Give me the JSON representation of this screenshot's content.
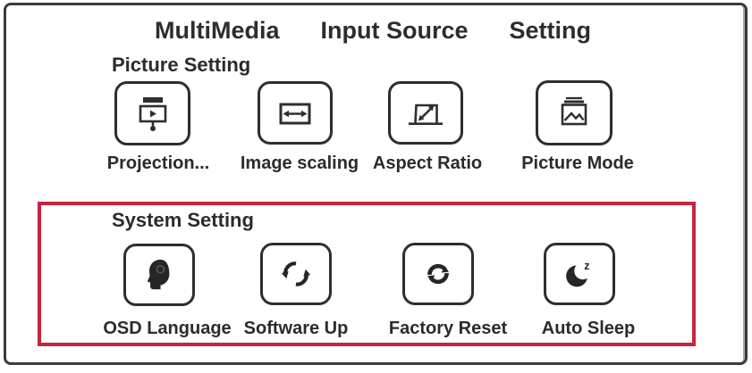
{
  "colors": {
    "frame_border": "#3b3b3b",
    "text": "#2d2d2d",
    "icon": "#2e2e2e",
    "highlight_red": "#c62540",
    "background": "#ffffff"
  },
  "nav": {
    "items": [
      {
        "label": "MultiMedia"
      },
      {
        "label": "Input Source"
      },
      {
        "label": "Setting"
      }
    ]
  },
  "picture_section": {
    "title": "Picture Setting",
    "items": [
      {
        "label": "Projection...",
        "icon": "projection-screen-icon"
      },
      {
        "label": "Image scaling",
        "icon": "image-scaling-icon"
      },
      {
        "label": "Aspect Ratio",
        "icon": "aspect-ratio-icon"
      },
      {
        "label": "Picture Mode",
        "icon": "picture-mode-icon"
      }
    ]
  },
  "system_section": {
    "title": "System Setting",
    "highlighted": true,
    "items": [
      {
        "label": "OSD Language",
        "icon": "head-profile-icon"
      },
      {
        "label": "Software Up",
        "icon": "sync-arrows-icon"
      },
      {
        "label": "Factory Reset",
        "icon": "refresh-circle-icon"
      },
      {
        "label": "Auto Sleep",
        "icon": "moon-sleep-icon"
      }
    ]
  }
}
